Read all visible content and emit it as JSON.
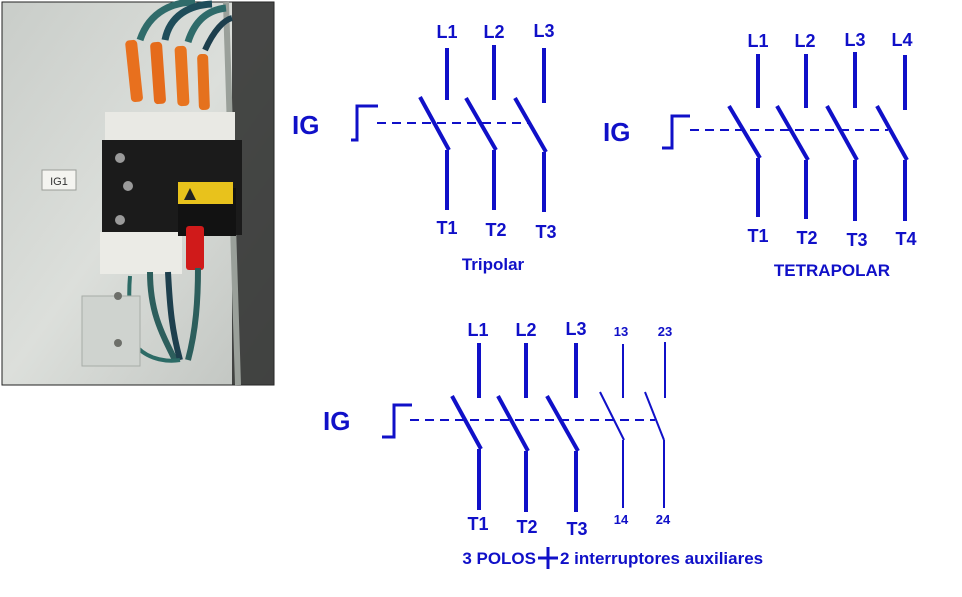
{
  "photo": {
    "tag_label": "IG1"
  },
  "diagrams": [
    {
      "id": "tripolar",
      "symbol_label": "IG",
      "caption": "Tripolar",
      "top_labels": [
        "L1",
        "L2",
        "L3"
      ],
      "bottom_labels": [
        "T1",
        "T2",
        "T3"
      ]
    },
    {
      "id": "tetrapolar",
      "symbol_label": "IG",
      "caption": "TETRAPOLAR",
      "top_labels": [
        "L1",
        "L2",
        "L3",
        "L4"
      ],
      "bottom_labels": [
        "T1",
        "T2",
        "T3",
        "T4"
      ]
    },
    {
      "id": "aux",
      "symbol_label": "IG",
      "caption_pre": "3 POLOS",
      "caption_post": "2 interruptores auxiliares",
      "top_labels": [
        "L1",
        "L2",
        "L3"
      ],
      "bottom_labels": [
        "T1",
        "T2",
        "T3"
      ],
      "aux_top_labels": [
        "13",
        "23"
      ],
      "aux_bottom_labels": [
        "14",
        "24"
      ]
    }
  ],
  "colors": {
    "ink": "#1010c8"
  }
}
